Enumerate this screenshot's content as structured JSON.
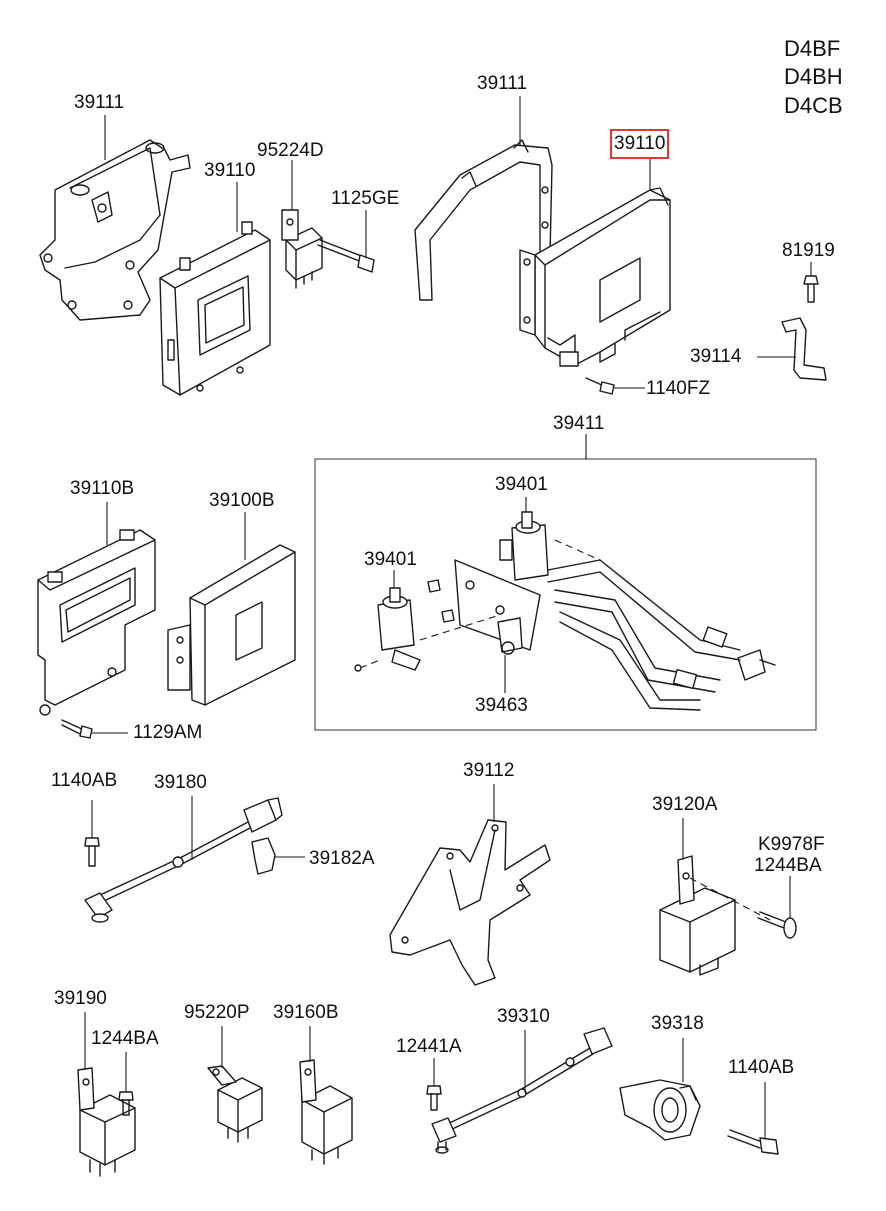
{
  "engine_codes": [
    "D4BF",
    "D4BH",
    "D4CB"
  ],
  "highlighted_part": "39110",
  "labels": {
    "p39111_left": "39111",
    "p39110_left": "39110",
    "p95224D": "95224D",
    "p1125GE": "1125GE",
    "p39111_center": "39111",
    "p39110_main": "39110",
    "p81919": "81919",
    "p39114": "39114",
    "p1140FZ": "1140FZ",
    "p39411": "39411",
    "p39401_a": "39401",
    "p39401_b": "39401",
    "p39463": "39463",
    "p39110B": "39110B",
    "p39100B": "39100B",
    "p1129AM": "1129AM",
    "p1140AB_left": "1140AB",
    "p39180": "39180",
    "p39182A": "39182A",
    "p39112": "39112",
    "p39120A": "39120A",
    "pK9978F": "K9978F",
    "p1244BA_right": "1244BA",
    "p39190": "39190",
    "p1244BA_left": "1244BA",
    "p95220P": "95220P",
    "p39160B": "39160B",
    "p12441A": "12441A",
    "p39310": "39310",
    "p39318": "39318",
    "p1140AB_right": "1140AB"
  }
}
